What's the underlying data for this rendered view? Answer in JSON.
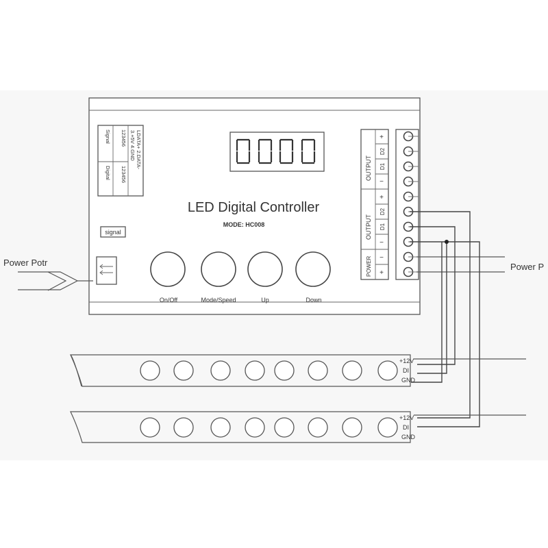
{
  "controller": {
    "title": "LED Digital Controller",
    "model": "MODE: HC008",
    "signal_label": "signal",
    "buttons": [
      "On/Off",
      "Mode/Speed",
      "Up",
      "Down"
    ],
    "label_panel": {
      "col1": "LDATA+ 2.DATA-",
      "col2": "3.+5V 4.GND",
      "col3": "123456",
      "col4": "123456",
      "col5": "Signal",
      "col6": "Digital"
    }
  },
  "terminal": {
    "group_top_label": "OUTPUT",
    "group_mid_label": "OUTPUT",
    "group_power_label": "POWER",
    "pins": [
      "+",
      "D2",
      "D1",
      "−",
      "+",
      "D2",
      "D1",
      "−",
      "−",
      "+"
    ]
  },
  "power": {
    "left_label": "Power Potr",
    "right_label": "Power P"
  },
  "strips": [
    {
      "labels": [
        "+12V",
        "DI",
        "GND"
      ]
    },
    {
      "labels": [
        "+12V",
        "DI",
        "GND"
      ]
    }
  ]
}
